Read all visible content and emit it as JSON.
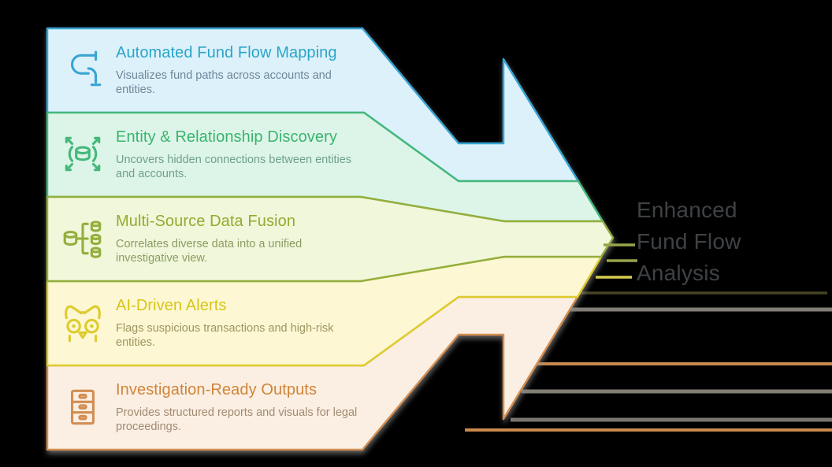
{
  "diagram": {
    "bands": [
      {
        "title": "Automated Fund Flow Mapping",
        "description": "Visualizes fund paths across accounts and entities.",
        "icon": "pipe-icon",
        "fill": "#DDF1FB",
        "border": "#38A4D3",
        "title_color": "#29A5C8",
        "desc_color": "#6D8798"
      },
      {
        "title": "Entity & Relationship Discovery",
        "description": "Uncovers hidden connections between entities and accounts.",
        "icon": "entity-discovery-icon",
        "fill": "#DDF5E8",
        "border": "#45B87B",
        "title_color": "#3AB46F",
        "desc_color": "#6FA189"
      },
      {
        "title": "Multi-Source Data Fusion",
        "description": "Correlates diverse data into a unified investigative view.",
        "icon": "data-fusion-icon",
        "fill": "#F0F7DA",
        "border": "#93AE3C",
        "title_color": "#92AB2F",
        "desc_color": "#8C9C63"
      },
      {
        "title": "AI-Driven Alerts",
        "description": "Flags suspicious transactions and high-risk entities.",
        "icon": "owl-icon",
        "fill": "#FDF7D3",
        "border": "#DECB2D",
        "title_color": "#D7C517",
        "desc_color": "#9D9660"
      },
      {
        "title": "Investigation-Ready Outputs",
        "description": "Provides structured reports and visuals for legal proceedings.",
        "icon": "file-cabinet-icon",
        "fill": "#FBEFE3",
        "border": "#D28E53",
        "title_color": "#D08439",
        "desc_color": "#A18A71"
      }
    ],
    "result_label": {
      "lines": [
        "Enhanced",
        "Fund Flow",
        "Analysis"
      ],
      "color": "#3F4245"
    },
    "decor": {
      "tick_olive": "#99A34C",
      "tick_yellow": "#D6CB4F",
      "stripe_orange": "#C9894D",
      "stripe_gray": "#97948A",
      "stripe_dark_olive": "#57552F",
      "background": "#000000"
    }
  }
}
